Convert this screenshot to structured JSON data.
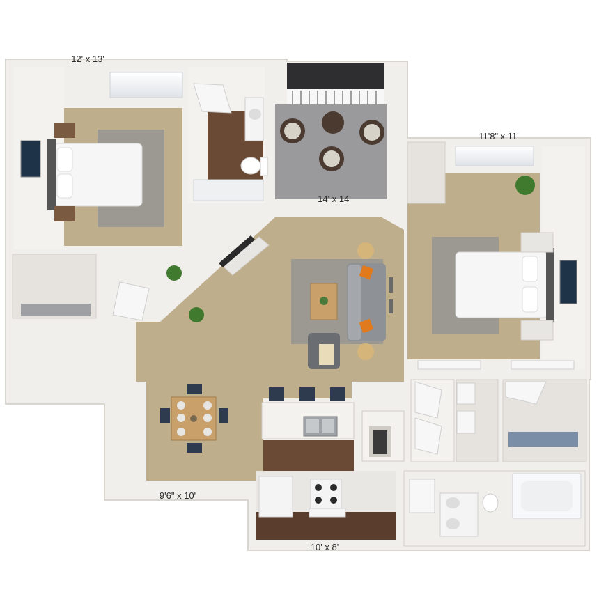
{
  "floor_plan": {
    "rooms": [
      {
        "name": "bedroom-left",
        "dimension": "12' x 13'"
      },
      {
        "name": "bedroom-right",
        "dimension": "11'8\" x 11'"
      },
      {
        "name": "sunroom",
        "dimension": "14' x 14'"
      },
      {
        "name": "dining",
        "dimension": "9'6\" x 10'"
      },
      {
        "name": "kitchen",
        "dimension": "10' x 8'"
      }
    ]
  },
  "colors": {
    "carpet": "#bfae8c",
    "wood": "#6b4a35",
    "wall": "#f4f2ee",
    "patio": "#9a9a9c",
    "bed": "#f6f6f6",
    "accent_orange": "#e07a1d"
  }
}
